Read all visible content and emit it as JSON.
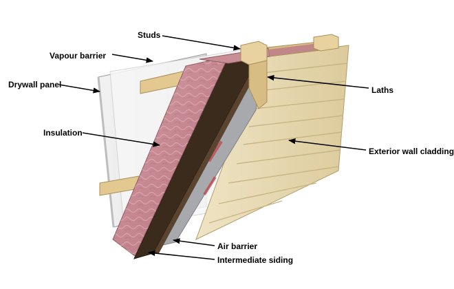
{
  "labels": {
    "studs": "Studs",
    "vapour_barrier": "Vapour barrier",
    "drywall_panel": "Drywall panel",
    "laths": "Laths",
    "insulation": "Insulation",
    "exterior_wall_cladding": "Exterior wall cladding",
    "air_barrier": "Air barrier",
    "intermediate_siding": "Intermediate siding"
  },
  "colors": {
    "drywall": "#ececec",
    "vapour_barrier": "#f6f6f6",
    "stud": "#e6cf9a",
    "insulation": "#c98e96",
    "intermediate_siding": "#3e2e1e",
    "air_barrier": "#a3a5a8",
    "cladding": "#e9dcb6",
    "pointer": "#000000"
  }
}
